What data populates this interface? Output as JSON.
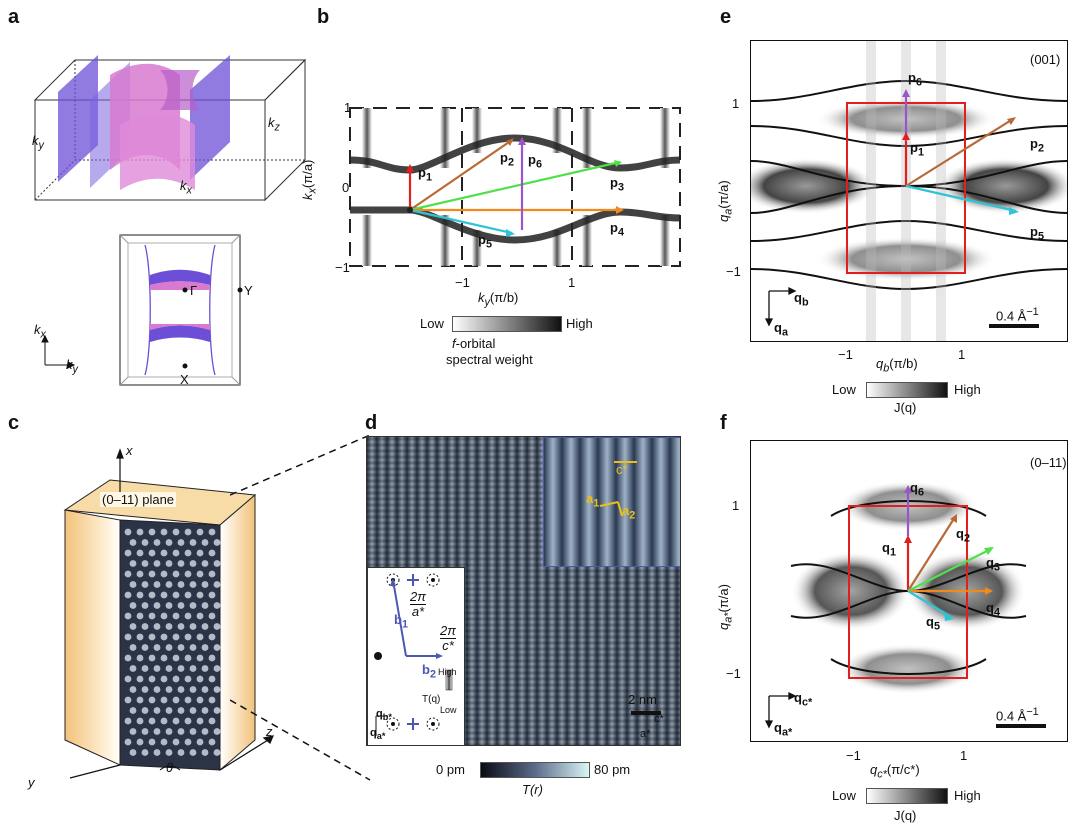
{
  "panels": {
    "a": {
      "label": "a",
      "axes": {
        "ky": "k",
        "ky_sub": "y",
        "kx": "k",
        "kx_sub": "x",
        "kz": "k",
        "kz_sub": "z"
      },
      "points": {
        "gamma": "Γ",
        "y": "Y",
        "x": "X"
      },
      "legend_axes": {
        "kx": "k",
        "kx_sub": "x",
        "ky": "k",
        "ky_sub": "y"
      }
    },
    "b": {
      "label": "b",
      "ylabel": "k",
      "ylabel_sub": "x",
      "ylabel_unit": "(π/a)",
      "xlabel": "k",
      "xlabel_sub": "y",
      "xlabel_unit": "(π/b)",
      "yticks": [
        "1",
        "0",
        "−1"
      ],
      "xticks": [
        "−1",
        "1"
      ],
      "vectors": [
        "p",
        "p",
        "p",
        "p",
        "p",
        "p"
      ],
      "vector_subs": [
        "1",
        "2",
        "3",
        "4",
        "5",
        "6"
      ],
      "colorbar": {
        "low": "Low",
        "high": "High",
        "caption_italic": "f",
        "caption_rest": "-orbital",
        "caption_line2": "spectral weight"
      }
    },
    "c": {
      "label": "c",
      "plane": "(0–11) plane",
      "axes": {
        "x": "x",
        "y": "y",
        "z": "z",
        "theta": "θ"
      }
    },
    "d": {
      "label": "d",
      "scalebar": "2 nm",
      "inset_axes": {
        "c_star": "c*",
        "a_star": "a*"
      },
      "inset_top": {
        "c": "c*",
        "a1": "a",
        "a1_sub": "1",
        "a2": "a",
        "a2_sub": "2"
      },
      "inset_left": {
        "b1": "b",
        "b1_sub": "1",
        "b2": "b",
        "b2_sub": "2",
        "frac1_num": "2π",
        "frac1_den": "a*",
        "frac2_num": "2π",
        "frac2_den": "c*",
        "tq": "T(q)",
        "high": "High",
        "low": "Low",
        "qb": "q",
        "qb_sub": "b*",
        "qa": "q",
        "qa_sub": "a*"
      },
      "colorbar": {
        "low": "0 pm",
        "high": "80 pm",
        "caption": "T(r)"
      }
    },
    "e": {
      "label": "e",
      "plane": "(001)",
      "ylabel": "q",
      "ylabel_sub": "a",
      "ylabel_unit": "(π/a)",
      "xlabel": "q",
      "xlabel_sub": "b",
      "xlabel_unit": "(π/b)",
      "yticks": [
        "1",
        "−1"
      ],
      "xticks": [
        "−1",
        "1"
      ],
      "vectors": [
        "p",
        "p",
        "p"
      ],
      "vector_subs": [
        "6",
        "1",
        "2",
        "5"
      ],
      "axes_q": {
        "qb": "q",
        "qb_sub": "b",
        "qa": "q",
        "qa_sub": "a"
      },
      "scalebar": "0.4 Å",
      "scalebar_sup": "−1",
      "colorbar": {
        "low": "Low",
        "high": "High",
        "caption": "J(q)"
      }
    },
    "f": {
      "label": "f",
      "plane": "(0–11)",
      "ylabel": "q",
      "ylabel_sub": "a*",
      "ylabel_unit": "(π/a)",
      "xlabel": "q",
      "xlabel_sub": "c*",
      "xlabel_unit": "(π/c*)",
      "yticks": [
        "1",
        "−1"
      ],
      "xticks": [
        "−1",
        "1"
      ],
      "vector_subs": [
        "6",
        "1",
        "2",
        "3",
        "4",
        "5"
      ],
      "vector": "q",
      "axes_q": {
        "qc": "q",
        "qc_sub": "c*",
        "qa": "q",
        "qa_sub": "a*"
      },
      "scalebar": "0.4 Å",
      "scalebar_sup": "−1",
      "colorbar": {
        "low": "Low",
        "high": "High",
        "caption": "J(q)"
      }
    }
  },
  "colors": {
    "red": "#e0201c",
    "brown": "#b86a36",
    "green": "#4fe04a",
    "orange": "#f08a1a",
    "cyan": "#2ec4d6",
    "purple": "#9a55c8",
    "box": "#e02020",
    "fermi_purple": "#6c4fd6",
    "fermi_pink": "#d77ad0",
    "slab": "#f2c27a",
    "gold": "#e8c21a",
    "blue": "#4b58b3"
  }
}
